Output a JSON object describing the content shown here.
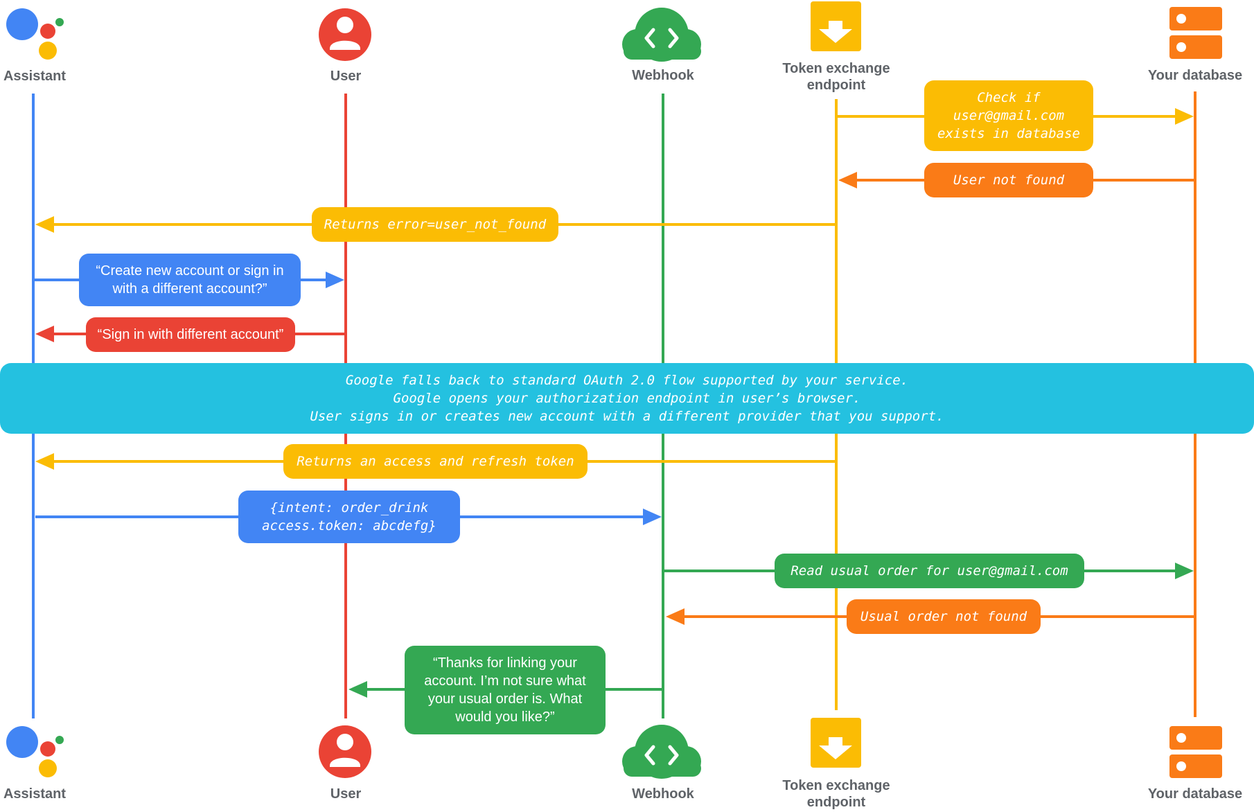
{
  "colors": {
    "blue": "#4285f4",
    "red": "#ea4335",
    "green": "#34a853",
    "yellow": "#fbbc04",
    "orange": "#fa7b17",
    "cyan": "#24c1e0",
    "label_gray": "#5f6368"
  },
  "actors": {
    "assistant": {
      "label": "Assistant",
      "icon": "google-assistant-icon"
    },
    "user": {
      "label": "User",
      "icon": "user-avatar-icon"
    },
    "webhook": {
      "label": "Webhook",
      "icon": "cloud-code-icon"
    },
    "token_endpoint": {
      "label": "Token exchange\nendpoint",
      "icon": "download-box-icon"
    },
    "database": {
      "label": "Your database",
      "icon": "database-server-icon"
    }
  },
  "messages": {
    "check_user": "Check if\nuser@gmail.com\nexists in database",
    "user_not_found": "User not found",
    "returns_error": "Returns error=user_not_found",
    "create_account_prompt": "“Create new account or sign in\nwith a different account?”",
    "sign_in_different": "“Sign in with different account”",
    "oauth_fallback": "Google falls back to standard OAuth 2.0 flow supported by your service.\nGoogle opens your authorization endpoint in user’s browser.\nUser signs in or creates new account with a different provider that you support.",
    "returns_tokens": "Returns an access and refresh token",
    "intent_payload": "{intent: order_drink\naccess.token: abcdefg}",
    "read_order": "Read usual order for user@gmail.com",
    "order_not_found": "Usual order not found",
    "thanks_message": "“Thanks for linking your\naccount. I’m not sure what\nyour usual order is. What\nwould you like?”"
  }
}
